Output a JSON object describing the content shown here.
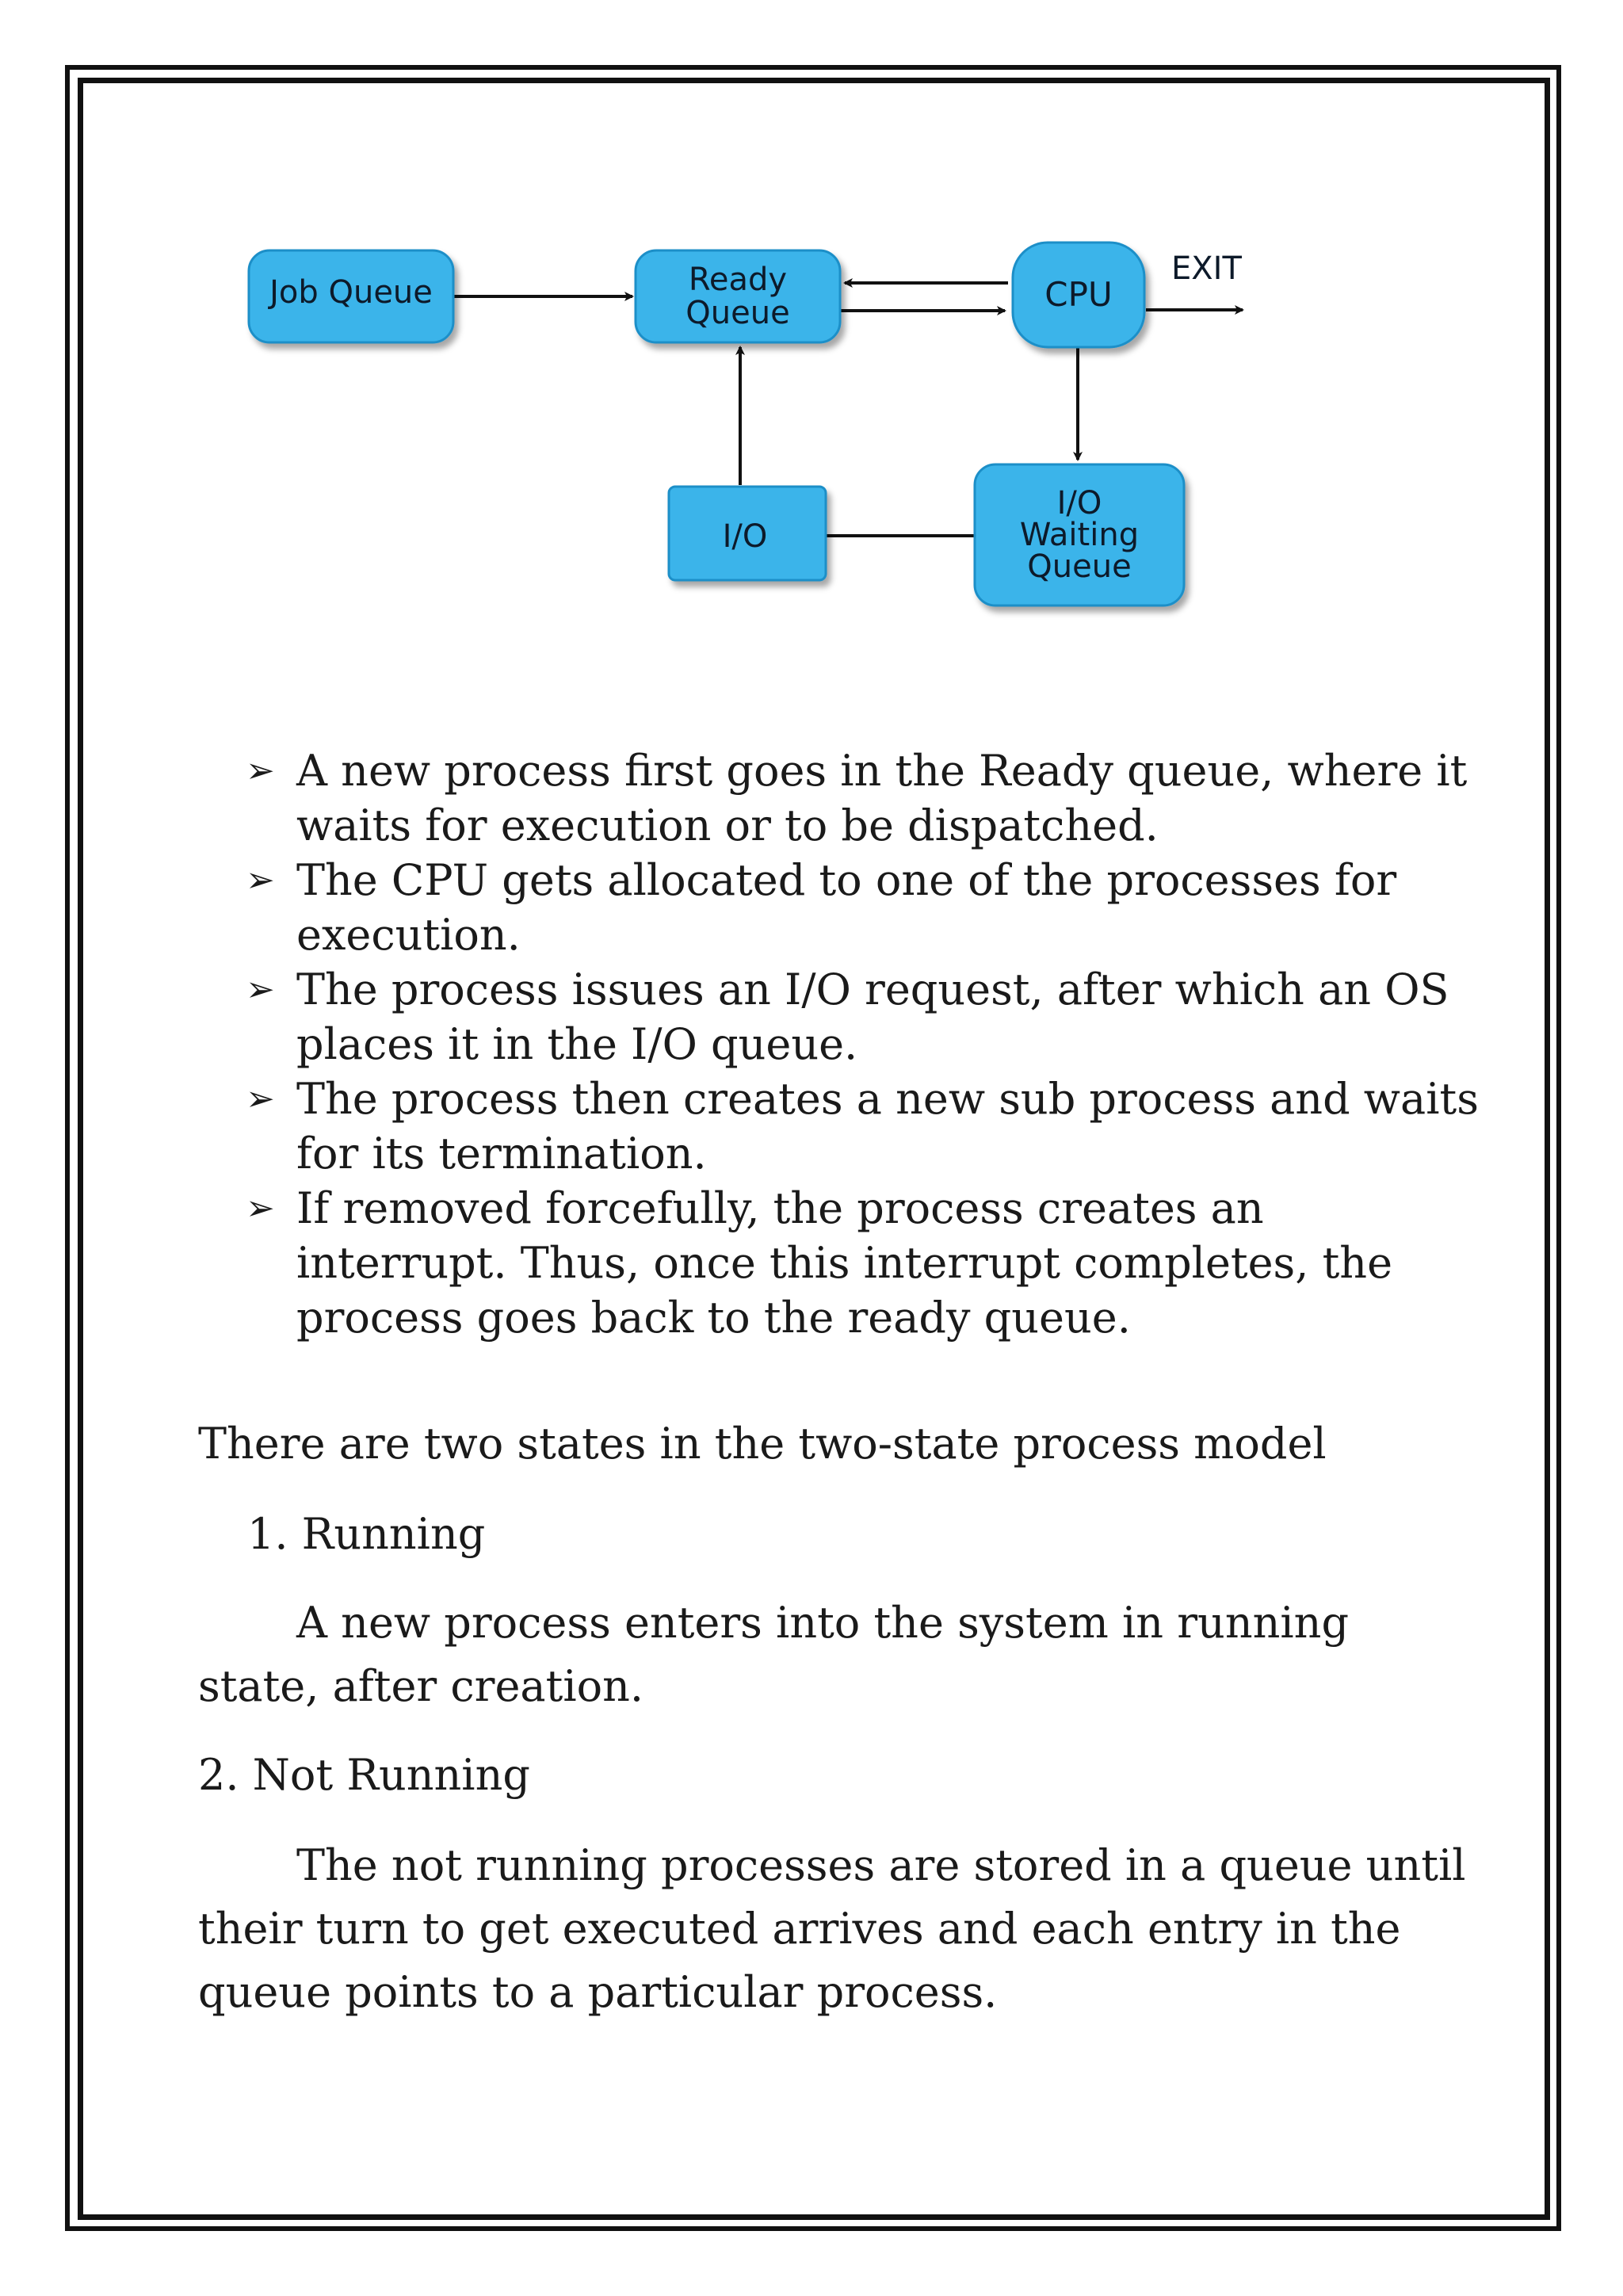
{
  "diagram": {
    "nodes": {
      "job_queue": "Job Queue",
      "ready_queue_line1": "Ready",
      "ready_queue_line2": "Queue",
      "cpu": "CPU",
      "io": "I/O",
      "io_waiting_line1": "I/O",
      "io_waiting_line2": "Waiting",
      "io_waiting_line3": "Queue"
    },
    "exit_label": "EXIT",
    "colors": {
      "node_fill": "#3ab4ea",
      "node_stroke": "#1f8fc8",
      "arrow": "#111111"
    }
  },
  "bullet_marker": "➢",
  "bullets": [
    "A new process first goes in the Ready queue, where it waits for execution or to be dispatched.",
    "The CPU gets allocated to one of the processes for execution.",
    "The process issues an I/O request, after which an OS places it in the I/O queue.",
    "The process then creates a new sub process and waits for its termination.",
    "If removed forcefully, the process creates an interrupt. Thus, once this interrupt completes, the process goes back to the ready queue."
  ],
  "intro": "There are two states in the two-state process model",
  "states": [
    {
      "heading": "1. Running",
      "description": "A new process enters into the system in running state, after creation."
    },
    {
      "heading": "2. Not Running",
      "description": "The not running processes are stored in a queue until their turn to get executed arrives and each entry in the queue points to a particular process."
    }
  ]
}
